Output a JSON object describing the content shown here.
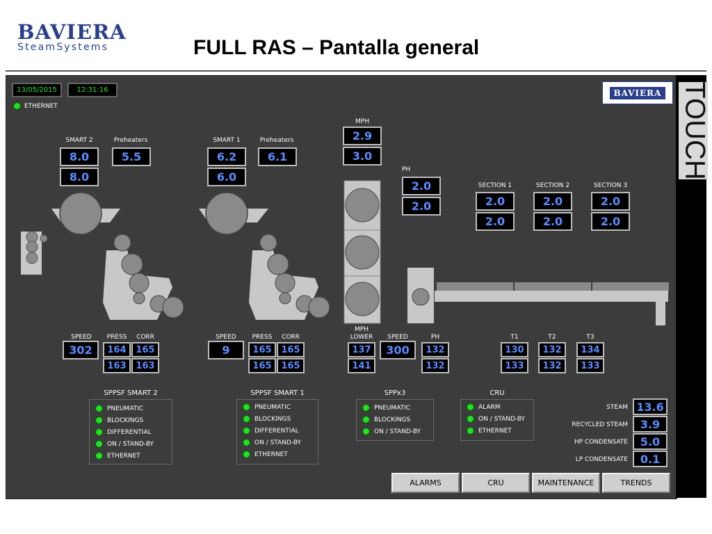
{
  "header": {
    "brand_line1": "BAVIERA",
    "brand_line2": "SteamSystems",
    "title": "FULL RAS – Pantalla general"
  },
  "status": {
    "date": "13/05/2015",
    "time": "12:31:16",
    "ethernet_label": "ETHERNET"
  },
  "machine_logo": "BAVIERA",
  "touch_label": "TOUCH",
  "smart2": {
    "label": "SMART 2",
    "value1": "8.0",
    "value2": "8.0",
    "preheaters_label": "Preheaters",
    "preheaters_value": "5.5"
  },
  "smart1": {
    "label": "SMART 1",
    "value1": "6.2",
    "value2": "6.0",
    "preheaters_label": "Preheaters",
    "preheaters_value": "6.1"
  },
  "mph": {
    "label": "MPH",
    "value1": "2.9",
    "value2": "3.0"
  },
  "ph_top": {
    "label": "PH",
    "value1": "2.0",
    "value2": "2.0"
  },
  "sections": [
    {
      "label": "SECTION 1",
      "value1": "2.0",
      "value2": "2.0"
    },
    {
      "label": "SECTION 2",
      "value1": "2.0",
      "value2": "2.0"
    },
    {
      "label": "SECTION 3",
      "value1": "2.0",
      "value2": "2.0"
    }
  ],
  "line2": {
    "speed_label": "SPEED",
    "speed": "302",
    "press_label": "PRESS",
    "press1": "164",
    "press2": "163",
    "corr_label": "CORR",
    "corr1": "165",
    "corr2": "163"
  },
  "line1": {
    "speed_label": "SPEED",
    "speed": "9",
    "press_label": "PRESS",
    "press1": "165",
    "press2": "165",
    "corr_label": "CORR",
    "corr1": "165",
    "corr2": "165"
  },
  "line3": {
    "mph_label": "MPH",
    "lower_label": "LOWER",
    "lower1": "137",
    "lower2": "141",
    "speed_label": "SPEED",
    "speed": "300",
    "ph_label": "PH",
    "ph1": "132",
    "ph2": "132"
  },
  "temps": [
    {
      "label": "T1",
      "value1": "130",
      "value2": "133"
    },
    {
      "label": "T2",
      "value1": "132",
      "value2": "132"
    },
    {
      "label": "T3",
      "value1": "134",
      "value2": "133"
    }
  ],
  "groups": {
    "sppsf_smart2": {
      "title": "SPPSF SMART 2",
      "items": [
        "PNEUMATIC",
        "BLOCKINGS",
        "DIFFERENTIAL",
        "ON / STAND-BY",
        "ETHERNET"
      ]
    },
    "sppsf_smart1": {
      "title": "SPPSF SMART 1",
      "items": [
        "PNEUMATIC",
        "BLOCKINGS",
        "DIFFERENTIAL",
        "ON / STAND-BY",
        "ETHERNET"
      ]
    },
    "sppx3": {
      "title": "SPPx3",
      "items": [
        "PNEUMATIC",
        "BLOCKINGS",
        "ON / STAND-BY"
      ]
    },
    "cru": {
      "title": "CRU",
      "items": [
        "ALARM",
        "ON / STAND-BY",
        "ETHERNET"
      ]
    }
  },
  "steam": [
    {
      "label": "STEAM",
      "value": "13.6"
    },
    {
      "label": "RECYCLED STEAM",
      "value": "3.9"
    },
    {
      "label": "HP CONDENSATE",
      "value": "5.0"
    },
    {
      "label": "LP CONDENSATE",
      "value": "0.1"
    }
  ],
  "buttons": {
    "alarms": "ALARMS",
    "cru": "CRU",
    "maintenance": "MAINTENANCE",
    "trends": "TRENDS"
  },
  "colors": {
    "brand": "#2a3f8c",
    "panel": "#3c3c3c",
    "value_text": "#5a8cff",
    "led_on": "#22e022"
  }
}
